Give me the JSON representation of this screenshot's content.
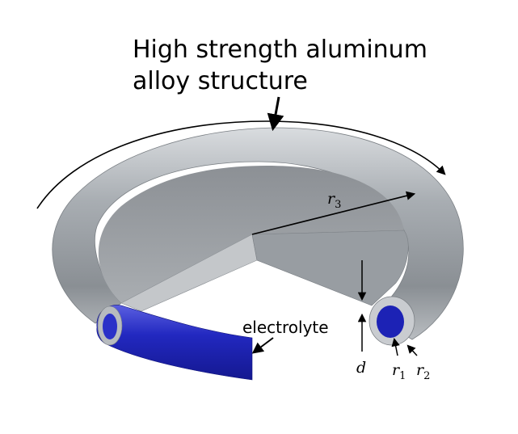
{
  "title": {
    "line1": "High strength aluminum",
    "line2": "alloy structure"
  },
  "labels": {
    "electrolyte": "electrolyte",
    "d": "d",
    "r1_base": "r",
    "r1_sub": "1",
    "r2_base": "r",
    "r2_sub": "2",
    "r3_base": "r",
    "r3_sub": "3"
  },
  "colors": {
    "shell": "#9ea3a8",
    "shell_dark": "#6d7176",
    "shell_light": "#d7dadd",
    "electrolyte": "#1f24b8",
    "arrow": "#000000"
  }
}
